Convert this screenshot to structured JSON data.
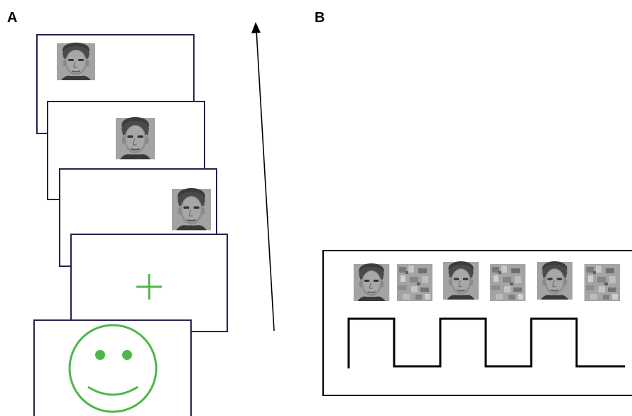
{
  "panels": {
    "a_label": "A",
    "b_label": "B"
  },
  "colors": {
    "frame_border": "#2b2150",
    "accent_green": "#4db848",
    "face_bg": "#9a9a9a",
    "scramble_bg": "#a4a4a4"
  },
  "panel_a": {
    "screens": [
      {
        "content": "face-photo"
      },
      {
        "content": "face-photo"
      },
      {
        "content": "face-photo"
      },
      {
        "content": "fixation-cross"
      },
      {
        "content": "smiley-face"
      }
    ]
  },
  "panel_b": {
    "stimulus_sequence": [
      "face",
      "scrambled",
      "face",
      "scrambled",
      "face",
      "scrambled"
    ],
    "block_waveform": [
      1,
      0,
      1,
      0,
      1,
      0
    ]
  }
}
